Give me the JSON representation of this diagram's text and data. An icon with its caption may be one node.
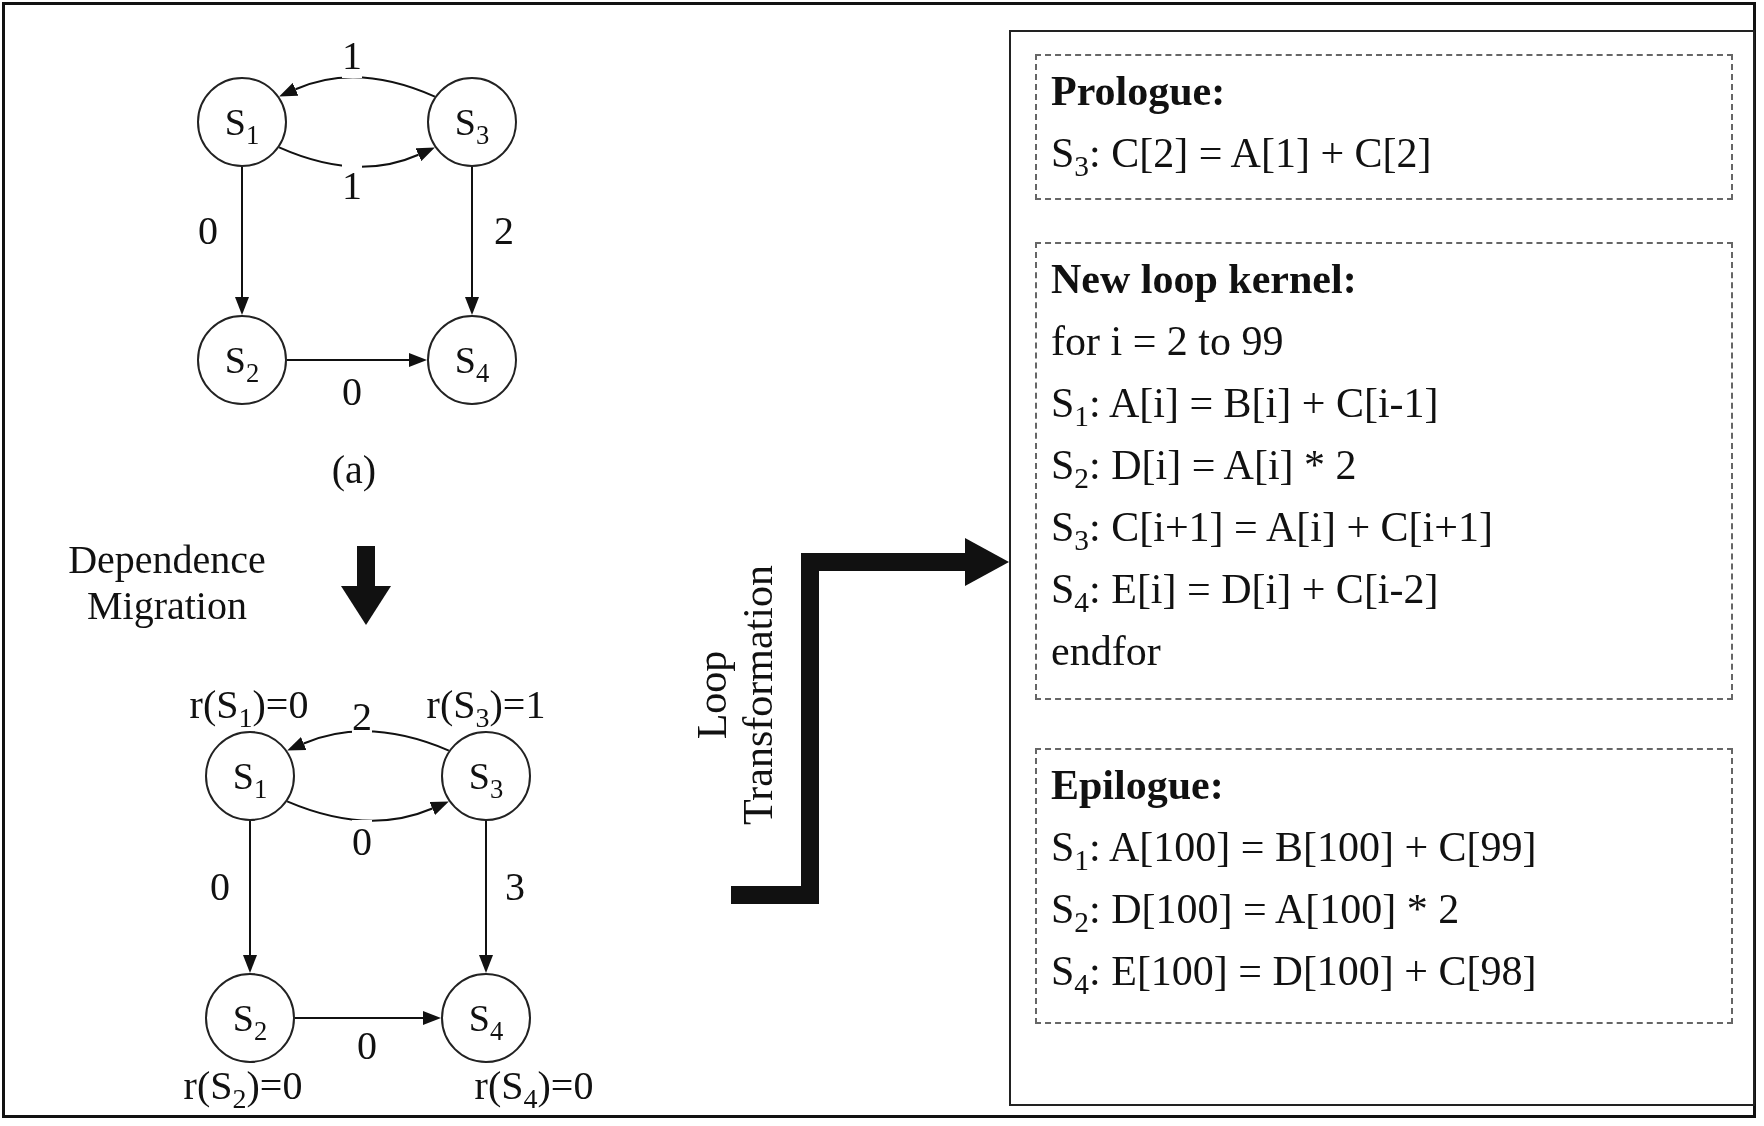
{
  "diagram": {
    "nodes": [
      {
        "text": [
          "S$_{1}$"
        ]
      },
      {
        "text": [
          "S$_{3}$"
        ]
      },
      {
        "text": [
          "S$_{2}$"
        ]
      },
      {
        "text": [
          "S$_{4}$"
        ]
      },
      {
        "text": [
          "S$_{1}$"
        ],
        "beside": [
          "r(S$_{1}$)=0"
        ]
      },
      {
        "text": [
          "S$_{3}$"
        ],
        "beside": [
          "r(S$_{3}$)=1"
        ]
      },
      {
        "text": [
          "S$_{2}$"
        ],
        "beside": [
          "r(S$_{2}$)=0"
        ]
      },
      {
        "text": [
          "S$_{4}$"
        ],
        "beside": [
          "r(S$_{4}$)=0"
        ]
      },
      {
        "text": [],
        "shape": "box"
      },
      {
        "text": [
          "Prologue:",
          "S$_{3}$: C[2] = A[1] + C[2]"
        ],
        "in": 8
      },
      {
        "text": [
          "New loop kernel:",
          "for i = 2 to 99",
          "S$_{1}$: A[i] = B[i] + C[i-1]",
          "S$_{2}$: D[i] = A[i] * 2",
          "S$_{3}$: C[i+1] = A[i] + C[i+1]",
          "S$_{4}$: E[i] = D[i] + C[i-2]",
          "endfor"
        ],
        "in": 8
      },
      {
        "text": [
          "Epilogue:",
          "S$_{1}$: A[100] = B[100] + C[99]",
          "S$_{2}$: D[100] = A[100] * 2",
          "S$_{4}$: E[100] = D[100] + C[98]"
        ],
        "in": 8
      }
    ],
    "edges": [
      {
        "from": 1,
        "to": 0,
        "arrow": "to",
        "label": "1"
      },
      {
        "from": 0,
        "to": 1,
        "arrow": "to",
        "label": "1"
      },
      {
        "from": 0,
        "to": 2,
        "arrow": "to",
        "label": "0"
      },
      {
        "from": 1,
        "to": 3,
        "arrow": "to",
        "label": "2"
      },
      {
        "from": 2,
        "to": 3,
        "arrow": "to",
        "label": "0"
      },
      {
        "from": 5,
        "to": 4,
        "arrow": "to",
        "label": "2"
      },
      {
        "from": 4,
        "to": 5,
        "arrow": "to",
        "label": "0"
      },
      {
        "from": 4,
        "to": 6,
        "arrow": "to",
        "label": "0"
      },
      {
        "from": 5,
        "to": 7,
        "arrow": "to",
        "label": "3"
      },
      {
        "from": 6,
        "to": 7,
        "arrow": "to",
        "label": "0"
      },
      {
        "from": null,
        "to": 8,
        "arrow": "to",
        "label": "Loop Transformation",
        "style": "thick"
      }
    ],
    "labels": [
      "(a)",
      "Dependence Migration"
    ]
  }
}
